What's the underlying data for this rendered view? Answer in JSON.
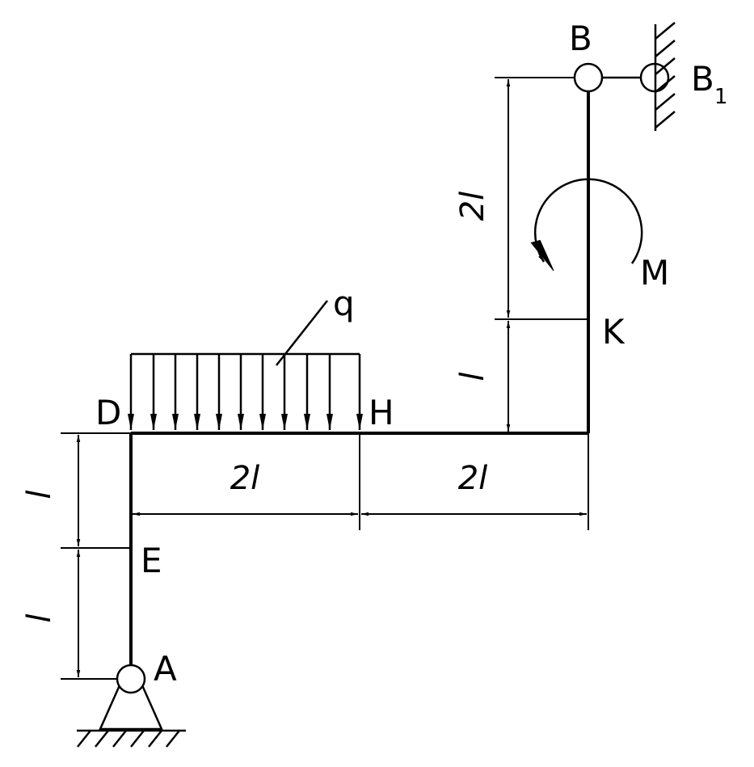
{
  "labels": {
    "A": "A",
    "B": "B",
    "B1_main": "B",
    "B1_sub": "1",
    "D": "D",
    "E": "E",
    "H": "H",
    "K": "K",
    "M": "M",
    "q": "q"
  },
  "dimensions": {
    "AE": "l",
    "ED": "l",
    "DH": "2l",
    "H_right": "2l",
    "K_bottom": "l",
    "BK": "2l"
  },
  "colors": {
    "stroke": "#000000",
    "background": "#ffffff"
  }
}
